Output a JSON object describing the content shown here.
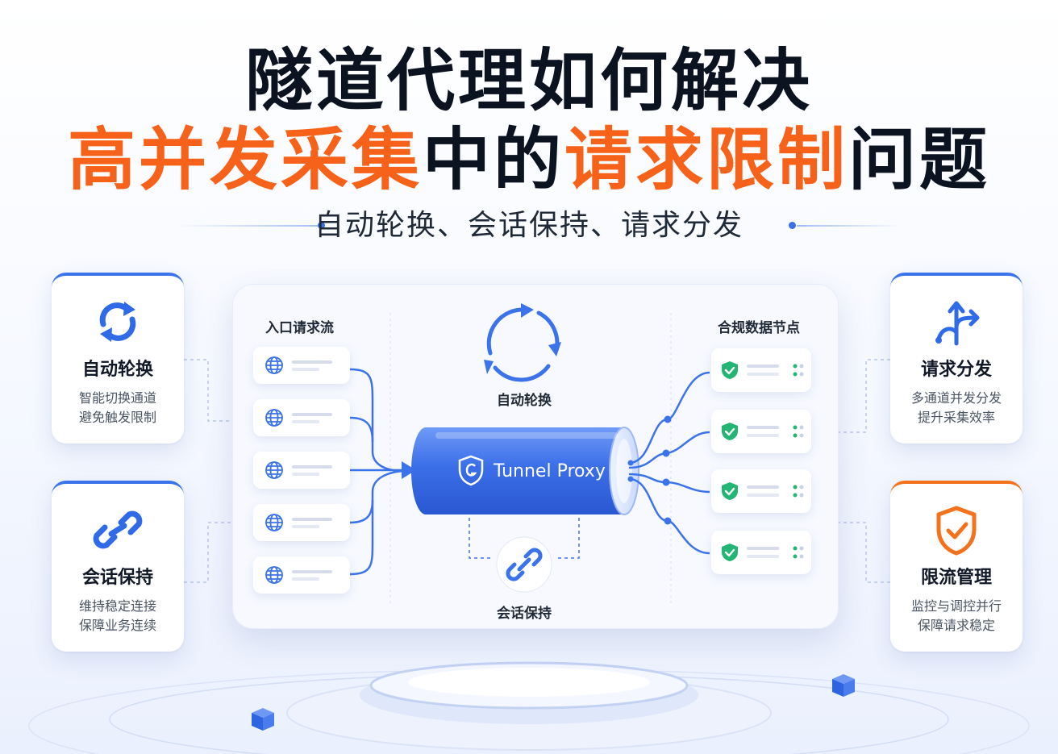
{
  "title": {
    "line1": "隧道代理如何解决",
    "line2": {
      "part1": "高并发采集",
      "part2": "中的",
      "part3": "请求限制",
      "part4": "问题"
    },
    "subtitle": "自动轮换、会话保持、请求分发"
  },
  "cards": [
    {
      "icon": "refresh-icon",
      "title": "自动轮换",
      "line1": "智能切换通道",
      "line2": "避免触发限制"
    },
    {
      "icon": "link-icon",
      "title": "会话保持",
      "line1": "维持稳定连接",
      "line2": "保障业务连续"
    },
    {
      "icon": "split-arrows-icon",
      "title": "请求分发",
      "line1": "多通道并发分发",
      "line2": "提升采集效率"
    },
    {
      "icon": "shield-check-icon",
      "title": "限流管理",
      "line1": "监控与调控并行",
      "line2": "保障请求稳定"
    }
  ],
  "diagram": {
    "inbound_title": "入口请求流",
    "nodes_title": "合规数据节点",
    "rotation_caption": "自动轮换",
    "session_caption": "会话保持",
    "tunnel_label": "Tunnel Proxy"
  },
  "colors": {
    "accent": "#3b73ea",
    "highlight": "#f6621a",
    "success": "#22b573"
  }
}
